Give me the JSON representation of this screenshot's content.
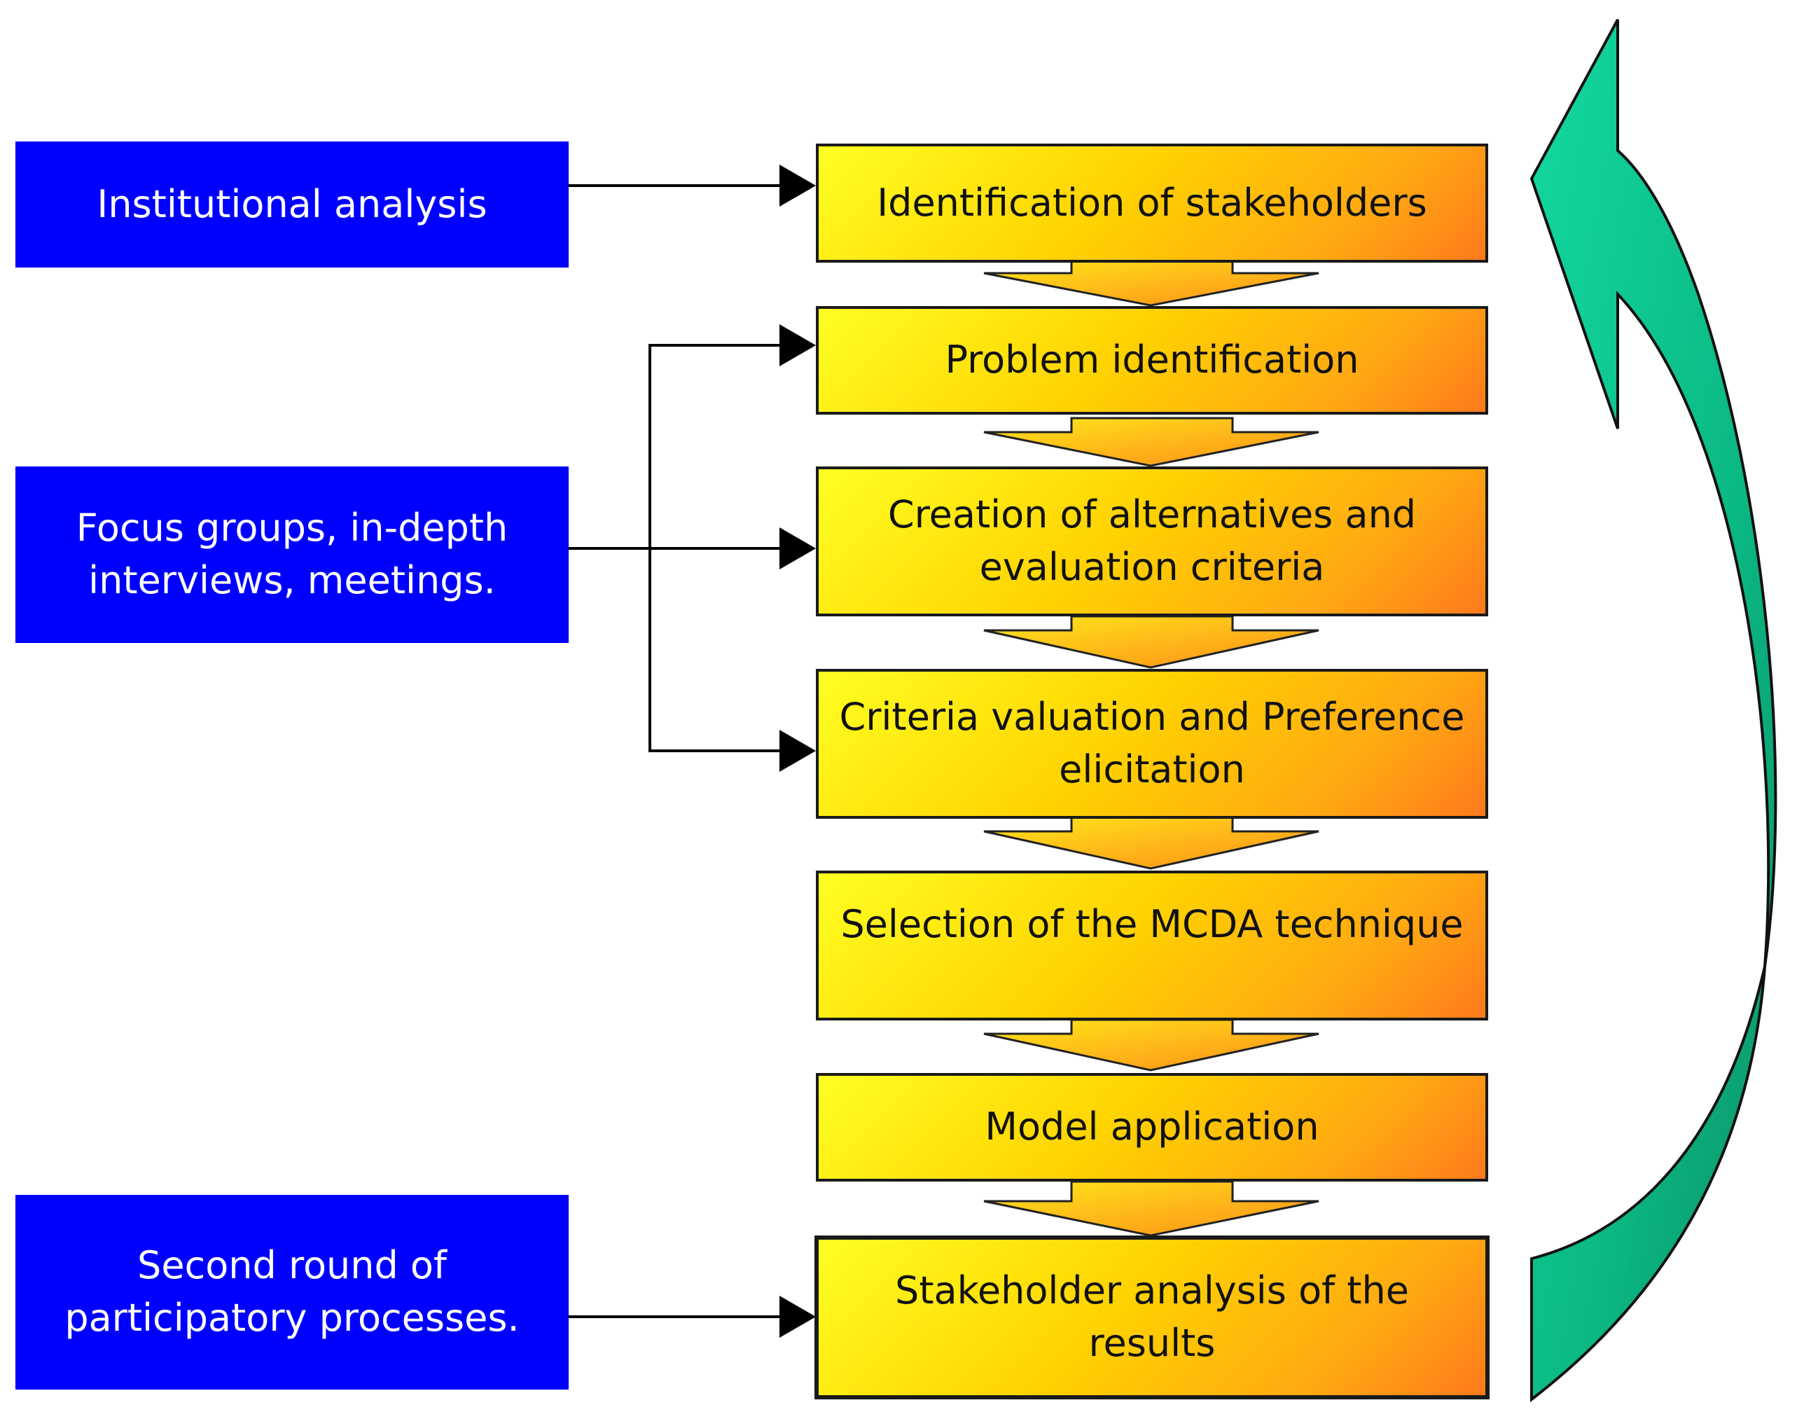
{
  "inputs": {
    "institutional": "Institutional analysis",
    "focus": "Focus groups, in-depth\ninterviews, meetings.",
    "second_round": "Second round of\nparticipatory processes."
  },
  "steps": {
    "identification": "Identification of stakeholders",
    "problem": "Problem identification",
    "alternatives": "Creation of alternatives and\nevaluation criteria",
    "valuation": "Criteria valuation and Preference\nelicitation",
    "mcda": "Selection of the MCDA technique",
    "model": "Model application",
    "analysis": "Stakeholder analysis of the\nresults"
  },
  "colors": {
    "input_box": "#0000ff",
    "step_gradient": [
      "#ffff22",
      "#ffd200",
      "#ffa912",
      "#ff7a1c"
    ],
    "feedback_arrow": "#0fcf8f",
    "connector": "#000000"
  }
}
